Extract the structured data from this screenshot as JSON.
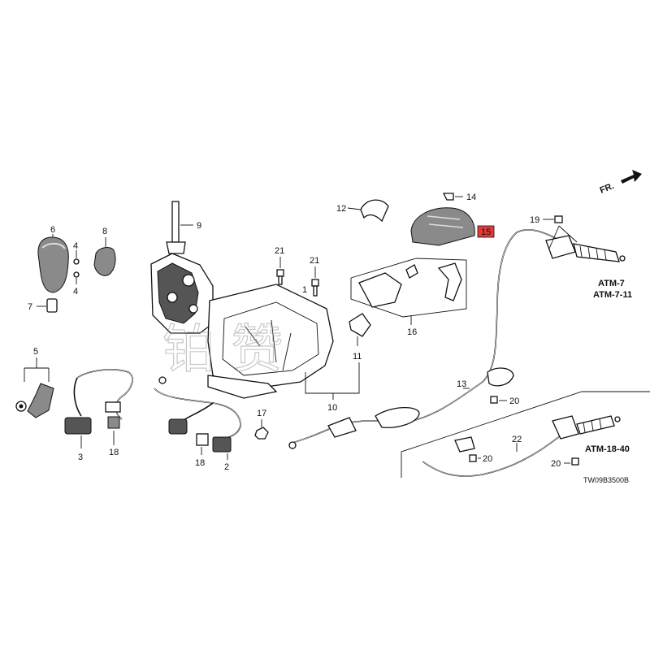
{
  "diagram": {
    "code": "TW09B3500B",
    "direction_label": "FR.",
    "refs": [
      "ATM-7",
      "ATM-7-11",
      "ATM-18-40"
    ],
    "watermark": "铂 赞",
    "highlight_color": "#e23a3a",
    "labels": {
      "p1": "1",
      "p2": "2",
      "p3": "3",
      "p4a": "4",
      "p4b": "4",
      "p5": "5",
      "p6": "6",
      "p7": "7",
      "p8": "8",
      "p9": "9",
      "p10": "10",
      "p11": "11",
      "p12": "12",
      "p13": "13",
      "p14": "14",
      "p15": "15",
      "p16": "16",
      "p17": "17",
      "p18a": "18",
      "p18b": "18",
      "p19": "19",
      "p20a": "20",
      "p20b": "20",
      "p20c": "20",
      "p21a": "21",
      "p21b": "21",
      "p22": "22"
    }
  }
}
